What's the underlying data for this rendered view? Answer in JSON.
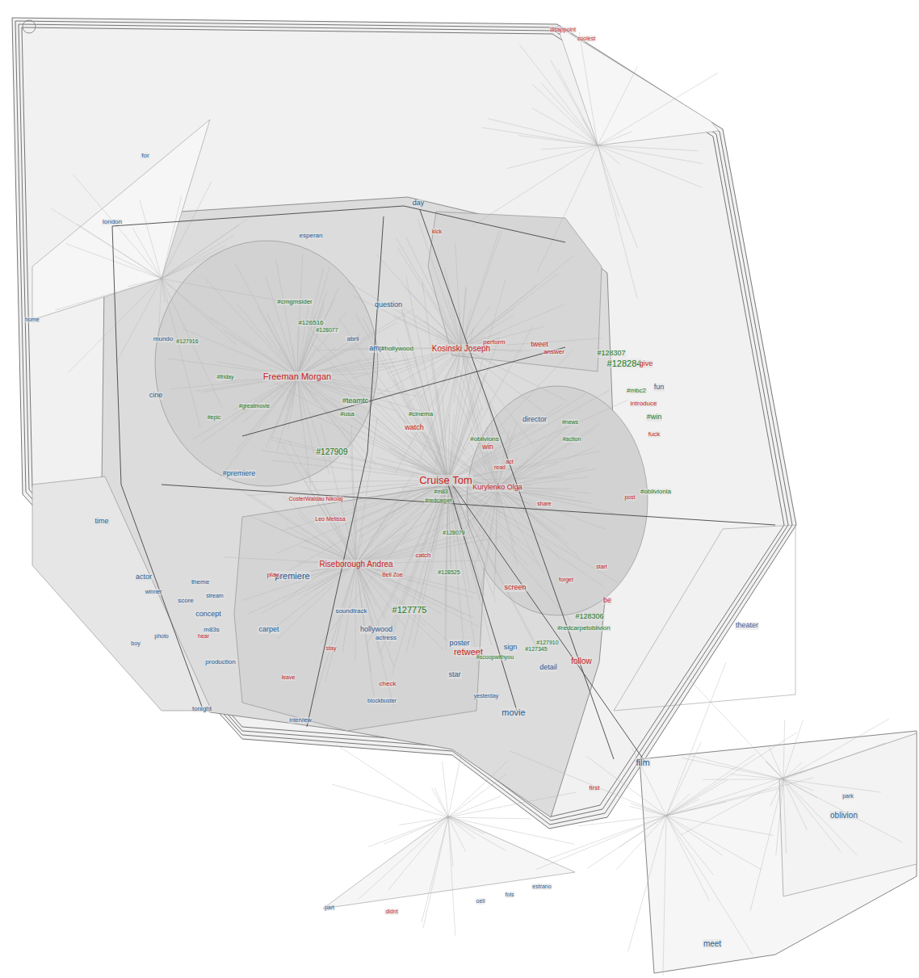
{
  "diagram": {
    "labels": [
      "disappoint",
      "coolest",
      "day",
      "london",
      "for",
      "home",
      "esperan",
      "question",
      "kick",
      "#cmgmsider",
      "#126516",
      "#128077",
      "#127916",
      "mundo",
      "abril",
      "amp",
      "#hollywood",
      "Kosinski Joseph",
      "perform",
      "tweet",
      "answer",
      "#128307",
      "#128284",
      "give",
      "Freeman Morgan",
      "cine",
      "#mbc2",
      "fun",
      "introduce",
      "#teamtc",
      "#usa",
      "#cinema",
      "watch",
      "director",
      "#win",
      "fuck",
      "#oblivions",
      "win",
      "#127909",
      "#premiere",
      "Cruise Tom",
      "Kurylenko Olga",
      "#m83",
      "#redcarpet",
      "#oblivionla",
      "CosterWaldau Nikolaj",
      "Leo Melissa",
      "time",
      "#128079",
      "Riseborough Andrea",
      "catch",
      "Bell Zoe",
      "actor",
      "theme",
      "premiere",
      "play",
      "#128525",
      "screen",
      "be",
      "score",
      "concept",
      "soundtrack",
      "#127775",
      "#128306",
      "m83s",
      "carpet",
      "hollywood",
      "actress",
      "#redcarpetoblivion",
      "poster",
      "retweet",
      "#127910",
      "sign",
      "#127345",
      "#scoopwithyou",
      "production",
      "follow",
      "detail",
      "star",
      "photo",
      "tonight",
      "movie",
      "interview",
      "film",
      "oblivion",
      "park",
      "meet",
      "theater",
      "estrano",
      "fois",
      "oeil",
      "didnt",
      "part",
      "first",
      "check",
      "stay",
      "leave",
      "boy",
      "winner",
      "stream",
      "hear",
      "read",
      "act",
      "start",
      "post",
      "forget",
      "share",
      "#news",
      "#action",
      "#friday",
      "#epic",
      "#greatmovie",
      "yesterday",
      "blockbuster"
    ]
  }
}
